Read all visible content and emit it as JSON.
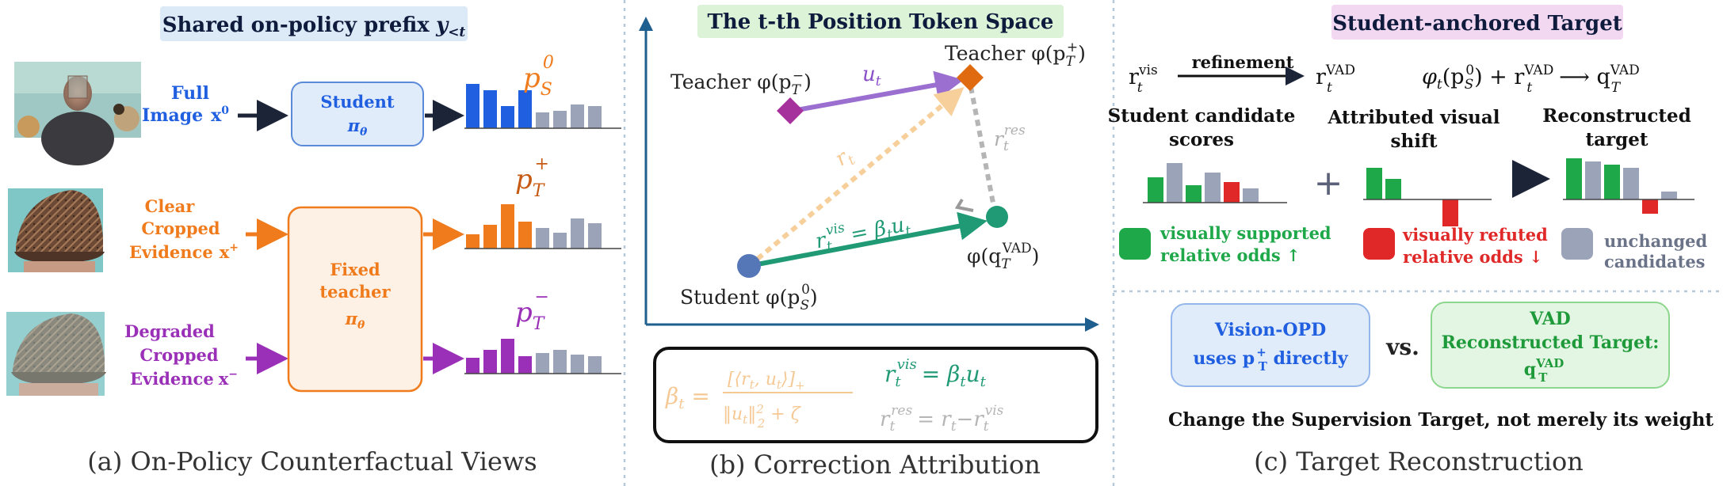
{
  "colors": {
    "blue": "#1f5fe0",
    "orange": "#f07b1c",
    "purple": "#9b30b8",
    "green": "#1f9a5b",
    "red": "#e02828",
    "gray": "#8a94ad",
    "teal": "#20a070"
  },
  "panel_a": {
    "banner": "Shared on-policy prefix",
    "banner_math": "y",
    "banner_sub": "<t",
    "full_image_line1": "Full",
    "full_image_line2": "Image",
    "full_image_x": "x",
    "full_image_sup": "0",
    "student_label": "Student",
    "student_pi": "π",
    "student_pi_sub": "θ",
    "ps0_p": "p",
    "ps0_sub": "S",
    "ps0_sup": "0",
    "clear_line1": "Clear",
    "clear_line2": "Cropped",
    "clear_line3": "Evidence",
    "clear_x": "x",
    "clear_sup": "+",
    "degraded_line1": "Degraded",
    "degraded_line2": "Cropped",
    "degraded_line3": "Evidence",
    "degraded_x": "x",
    "degraded_sup": "−",
    "teacher_line1": "Fixed",
    "teacher_line2": "teacher",
    "teacher_pi": "π",
    "teacher_pi_sub": "θ",
    "ptplus_p": "p",
    "ptplus_sub": "T",
    "ptplus_sup": "+",
    "ptminus_p": "p",
    "ptminus_sub": "T",
    "ptminus_sup": "−",
    "caption": "(a) On-Policy Counterfactual Views"
  },
  "panel_b": {
    "banner": "The t-th Position Token Space",
    "teacher_minus": "Teacher φ(p",
    "teacher_minus_sub": "T",
    "teacher_minus_sup": "−",
    "teacher_plus": "Teacher φ(p",
    "teacher_plus_sub": "T",
    "teacher_plus_sup": "+",
    "u_label": "u",
    "u_sub": "t",
    "r_label": "r",
    "r_sub": "t",
    "rres_label": "r",
    "rres_sub": "t",
    "rres_sup": "res",
    "rvis_eq": "= β",
    "rvis_r": "r",
    "rvis_sub": "t",
    "rvis_sup": "vis",
    "rvis_u": "u",
    "rvis_u_sub": "t",
    "qvad": "φ(q",
    "qvad_sub": "T",
    "qvad_sup": "VAD",
    "student": "Student φ(p",
    "student_sub": "S",
    "student_sup": "0",
    "formula_beta": "β",
    "formula_beta_sub": "t",
    "formula_num": "[⟨r",
    "formula_num2": ", u",
    "formula_num3": "⟩]",
    "formula_plus": "+",
    "formula_den": "‖u",
    "formula_den2": "‖",
    "formula_den3": " + ζ",
    "formula_rvis": "= β",
    "formula_rres": "= r",
    "formula_minus": "−r",
    "caption": "(b) Correction Attribution"
  },
  "panel_c": {
    "banner": "Student-anchored Target",
    "rvis_r": "r",
    "rvis_sup": "vis",
    "rvis_sub": "t",
    "refinement": "refinement",
    "rvad_r": "r",
    "rvad_sup": "VAD",
    "rvad_sub": "t",
    "eq_phi": "φ",
    "eq_phi_sub": "t",
    "eq_p": "(p",
    "eq_p_sub": "S",
    "eq_p_sup": "0",
    "eq_plus": ") + r",
    "eq_arrow": "⟶ q",
    "eq_q_sub": "T",
    "eq_q_sup": "VAD",
    "student_scores_1": "Student candidate",
    "student_scores_2": "scores",
    "attributed_1": "Attributed visual",
    "attributed_2": "shift",
    "reconstructed_1": "Reconstructed",
    "reconstructed_2": "target",
    "plus": "+",
    "legend_green_1": "visually supported",
    "legend_green_2": "relative odds ↑",
    "legend_red_1": "visually refuted",
    "legend_red_2": "relative odds ↓",
    "legend_gray_1": "unchanged",
    "legend_gray_2": "candidates",
    "vision_opd_1": "Vision-OPD",
    "vision_opd_2": "uses p",
    "vision_opd_sub": "T",
    "vision_opd_sup": "+",
    "vision_opd_3": " directly",
    "vs": "vs.",
    "vad_1": "VAD",
    "vad_2": "Reconstructed Target:",
    "vad_q": "q",
    "vad_q_sub": "T",
    "vad_q_sup": "VAD",
    "change_note": "Change the Supervision Target, not merely its weight",
    "caption": "(c) Target Reconstruction"
  }
}
